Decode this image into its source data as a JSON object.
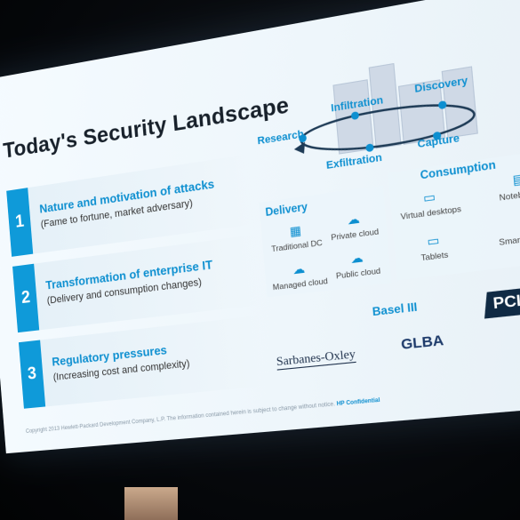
{
  "slide": {
    "title": "Today's Security Landscape",
    "rows": [
      {
        "number": "1",
        "heading": "Nature and motivation of attacks",
        "sub": "(Fame to fortune, market adversary)"
      },
      {
        "number": "2",
        "heading": "Transformation of enterprise IT",
        "sub": "(Delivery and consumption changes)"
      },
      {
        "number": "3",
        "heading": "Regulatory pressures",
        "sub": "(Increasing cost and complexity)"
      }
    ],
    "cycle": {
      "research": "Research",
      "infiltration": "Infiltration",
      "discovery": "Discovery",
      "capture": "Capture",
      "exfiltration": "Exfiltration"
    },
    "delivery": {
      "title": "Delivery",
      "items": [
        "Traditional DC",
        "Private cloud",
        "Managed cloud",
        "Public cloud"
      ]
    },
    "consumption": {
      "title": "Consumption",
      "items": [
        "Virtual desktops",
        "Notebooks",
        "Tablets",
        "Smart phones"
      ]
    },
    "regulations": {
      "basel": "Basel III",
      "sox": "Sarbanes-Oxley",
      "glba": "GLBA",
      "pci": "PCI"
    },
    "footer": {
      "legal": "Copyright 2013 Hewlett-Packard Development Company, L.P. The information contained herein is subject to change without notice.",
      "confidential": "HP Confidential"
    },
    "logo": "hp"
  },
  "colors": {
    "accent": "#0d8fd0",
    "number_bar": "#0f9ad9",
    "title": "#17202a"
  }
}
